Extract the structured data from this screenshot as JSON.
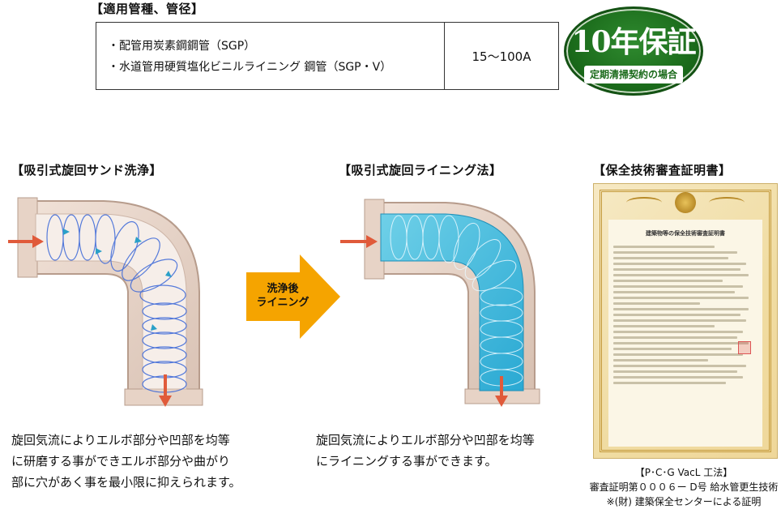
{
  "section_pipes": {
    "heading": "【適用管種、管径】",
    "items": [
      "・配管用炭素鋼鋼管（SGP）",
      "・水道管用硬質塩化ビニルライニング 鋼管（SGP・V）"
    ],
    "diameter": "15〜100A"
  },
  "badge": {
    "big": "10年保証",
    "small": "定期清掃契約の場合",
    "color": "#1a6a1a"
  },
  "section_sand": {
    "heading": "【吸引式旋回サンド洗浄】",
    "description_lines": [
      "旋回気流によりエルボ部分や凹部を均等",
      "に研磨する事ができエルボ部分や曲がり",
      "部に穴があく事を最小限に抑えられます。"
    ]
  },
  "transition_arrow": {
    "line1": "洗浄後",
    "line2": "ライニング",
    "color": "#f5a400"
  },
  "section_lining": {
    "heading": "【吸引式旋回ライニング法】",
    "description_lines": [
      "旋回気流によりエルボ部分や凹部を均等",
      "にライニングする事ができます。"
    ]
  },
  "section_cert": {
    "heading": "【保全技術審査証明書】",
    "cert_title": "建築物等の保全技術審査証明書",
    "caption_lines": [
      "【P･C･G VacL 工法】",
      "審査証明第０００６ー D号 給水管更生技術",
      "※(財) 建築保全センターによる証明"
    ]
  }
}
